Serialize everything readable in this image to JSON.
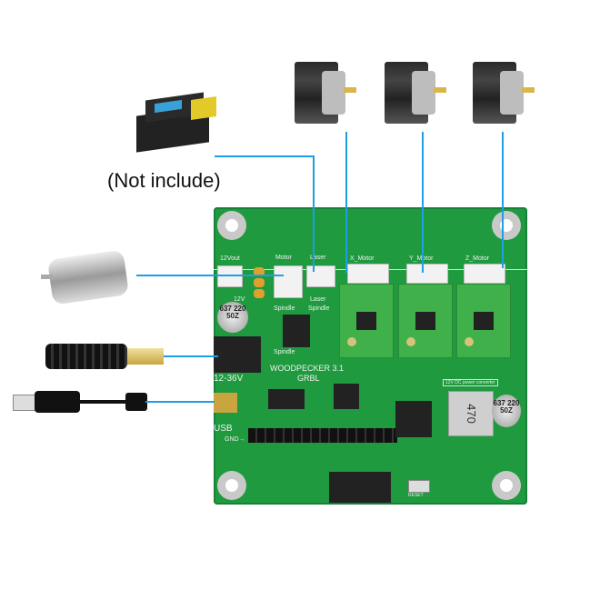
{
  "caption": "(Not include)",
  "board": {
    "title": "WOODPECKER 3.1",
    "subtitle": "GRBL",
    "labels": {
      "vout": "12Vout",
      "motor": "Motor",
      "laser": "Laser",
      "x_motor": "X_Motor",
      "y_motor": "Y_Motor",
      "z_motor": "Z_Motor",
      "spindle": "Spindle",
      "laser2": "Laser",
      "spindle2": "Spindle",
      "spindle3": "Spindle",
      "v12": "12V",
      "power_in": "12-36V",
      "usb": "USB",
      "gnd": "GND→",
      "reset": "RESET",
      "converter": "12V DC power converter",
      "inductor": "470",
      "cap1": "637 220 50Z",
      "cap2": "637 220 50Z"
    }
  },
  "colors": {
    "wire": "#1e9ee6",
    "pcb": "#1f9a3e"
  }
}
